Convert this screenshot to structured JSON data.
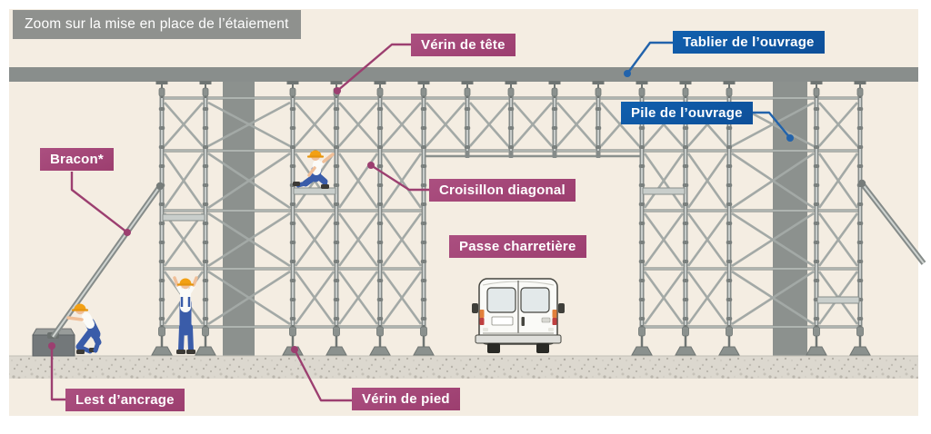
{
  "title": {
    "text": "Zoom sur la mise en place de l’étaiement"
  },
  "labels": [
    {
      "id": "verin-de-tete",
      "text": "Vérin de tête",
      "style": "magenta"
    },
    {
      "id": "tablier-de-l-ouvrage",
      "text": "Tablier de l’ouvrage",
      "style": "blue"
    },
    {
      "id": "pile-de-l-ouvrage",
      "text": "Pile de l’ouvrage",
      "style": "blue"
    },
    {
      "id": "bracon",
      "text": "Bracon*",
      "style": "magenta"
    },
    {
      "id": "croisillon-diagonal",
      "text": "Croisillon diagonal",
      "style": "magenta"
    },
    {
      "id": "passe-charretiere",
      "text": "Passe charretière",
      "style": "magenta"
    },
    {
      "id": "lest-d-ancrage",
      "text": "Lest d’ancrage",
      "style": "magenta"
    },
    {
      "id": "verin-de-pied",
      "text": "Vérin de pied",
      "style": "magenta"
    }
  ],
  "colors": {
    "background_cream": "#f4ede2",
    "title_gray": "#8f918e",
    "label_magenta": "#9c3e6f",
    "label_blue": "#0d57a4",
    "leader_magenta": "#9c3f70",
    "leader_blue": "#2263ab",
    "concrete_gray": "#898e8c",
    "steel": "#858b89",
    "ground": "#dcd8cf",
    "helmet_orange": "#f2a014",
    "overalls_blue": "#3a5ca9"
  }
}
